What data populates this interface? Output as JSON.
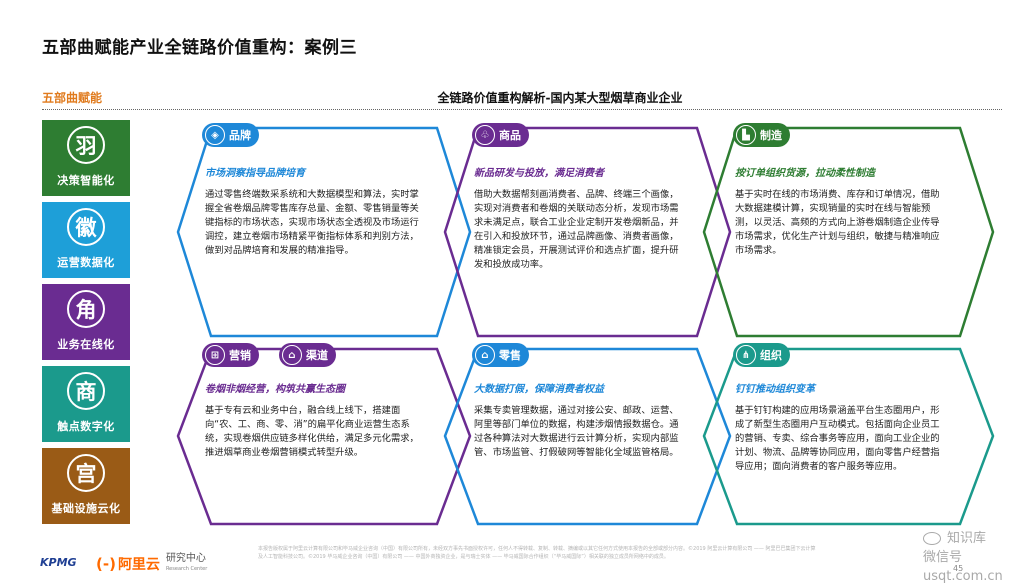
{
  "header": {
    "title": "五部曲赋能产业全链路价值重构：案例三",
    "section_label": "五部曲赋能",
    "diagram_title": "全链路价值重构解析-国内某大型烟草商业企业"
  },
  "sidebar": {
    "items": [
      {
        "glyph": "羽",
        "label": "决策智能化",
        "color": "#2e7d32"
      },
      {
        "glyph": "徽",
        "label": "运营数据化",
        "color": "#1e9fd8"
      },
      {
        "glyph": "角",
        "label": "业务在线化",
        "color": "#6a2c91"
      },
      {
        "glyph": "商",
        "label": "触点数字化",
        "color": "#1b9a8c"
      },
      {
        "glyph": "宫",
        "label": "基础设施云化",
        "color": "#9a5b16"
      }
    ]
  },
  "cards": [
    {
      "tags": [
        {
          "label": "品牌",
          "icon": "shield-icon"
        }
      ],
      "heading": "市场洞察指导品牌培育",
      "body": "通过零售终端数采系统和大数据模型和算法，实时掌握全省卷烟品牌零售库存总量、金额、零售销量等关键指标的市场状态，实现市场状态全透视及市场运行调控，建立卷烟市场精紧平衡指标体系和判别方法，做到对品牌培育和发展的精准指导。",
      "accent": "#1e88d8",
      "head_color": "#1e88d8"
    },
    {
      "tags": [
        {
          "label": "商品",
          "icon": "shirt-icon"
        }
      ],
      "heading": "新品研发与投放，满足消费者",
      "body": "借助大数据帮刻画消费者、品牌、终端三个画像，实现对消费者和卷烟的关联动态分析，发现市场需求未满足点，联合工业企业定制开发卷烟新品，并在引入和投放环节，通过品牌画像、消费者画像，精准锁定会员，开展测试评价和选点扩面，提升研发和投放成功率。",
      "accent": "#6a2c91",
      "head_color": "#6a2c91"
    },
    {
      "tags": [
        {
          "label": "制造",
          "icon": "factory-icon"
        }
      ],
      "heading": "按订单组织货源，拉动柔性制造",
      "body": "基于实时在线的市场消费、库存和订单情况，借助大数据建模计算，实现销量的实时在线与智能预测，以灵活、高频的方式向上游卷烟制造企业传导市场需求，优化生产计划与组织，敏捷与精准响应市场需求。",
      "accent": "#2e7d32",
      "head_color": "#2e7d32"
    },
    {
      "tags": [
        {
          "label": "营销",
          "icon": "gift-icon"
        },
        {
          "label": "渠道",
          "icon": "channel-icon"
        }
      ],
      "heading": "卷烟非烟经营，构筑共赢生态圈",
      "body": "基于专有云和业务中台，融合线上线下，搭建面向“农、工、商、零、消”的扁平化商业运营生态系统，实现卷烟供应链多样化供给，满足多元化需求，推进烟草商业卷烟营销模式转型升级。",
      "accent": "#6a2c91",
      "head_color": "#6a2c91"
    },
    {
      "tags": [
        {
          "label": "零售",
          "icon": "store-icon"
        }
      ],
      "heading": "大数据打假，保障消费者权益",
      "body": "采集专卖管理数据，通过对接公安、邮政、运营、阿里等部门单位的数据，构建涉烟情报数据仓。通过各种算法对大数据进行云计算分析，实现内部监管、市场监管、打假破网等智能化全域监管格局。",
      "accent": "#1e88d8",
      "head_color": "#1e88d8"
    },
    {
      "tags": [
        {
          "label": "组织",
          "icon": "org-chart-icon"
        }
      ],
      "heading": "钉钉推动组织变革",
      "body": "基于钉钉构建的应用场景涵盖平台生态圈用户，形成了新型生态圈用户互动模式。包括面向企业员工的营销、专卖、综合事务等应用，面向工业企业的计划、物流、品牌等协同应用，面向零售户经营指导应用；面向消费者的客户服务等应用。",
      "accent": "#1b9a8c",
      "head_color": "#1e88d8"
    }
  ],
  "footer": {
    "disclaimer": "本报告版权属于阿里云计算有限公司和毕马威企业咨询（中国）有限公司所有，未经双方事先书面授权许可，任何人不得转载、复制、转载、摘编或以其它任何方式使用本报告的全部或部分内容。©2019 阿里云计算有限公司 —— 阿里巴巴集团下云计算及人工智能科技公司。©2019 毕马威企业咨询（中国）有限公司 —— 中国外商独资企业，是与瑞士实体 —— 毕马威国际合作组织（“毕马威国际”）相关联的独立成员所网络中的成员。",
    "logo_kpmg": "KPMG",
    "logo_ali_mark": "(-)",
    "logo_ali_name": "阿里云",
    "logo_research": "研究中心",
    "logo_research_en": "Research Center",
    "page_number": "45"
  },
  "watermark": {
    "line1": "知识库",
    "line2": "微信号 usqt.com.cn"
  }
}
